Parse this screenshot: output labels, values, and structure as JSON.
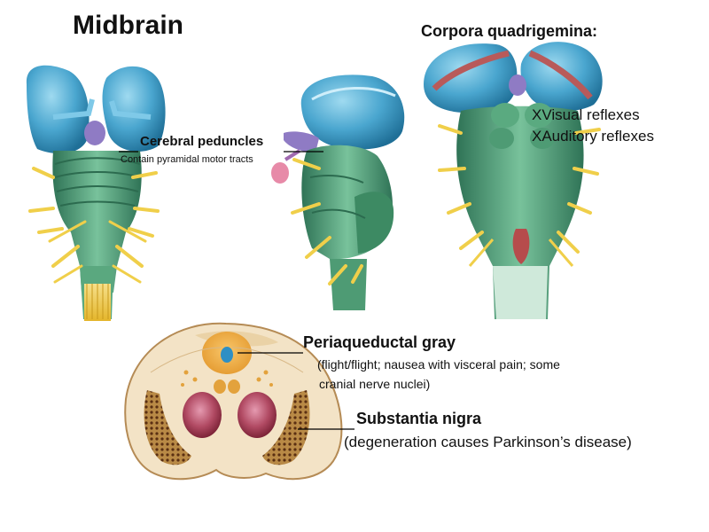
{
  "title": "Midbrain",
  "corpora": {
    "title": "Corpora quadrigemina:",
    "items": [
      "XVisual reflexes",
      "XAuditory reflexes"
    ]
  },
  "peduncles": {
    "title": "Cerebral peduncles",
    "desc": "Contain pyramidal motor tracts"
  },
  "periaqueductal": {
    "title": "Periaqueductal gray",
    "desc_line1": "(flight/flight; nausea with visceral pain; some",
    "desc_line2": "cranial nerve nuclei)"
  },
  "nigra": {
    "title": "Substantia nigra",
    "desc": "(degeneration causes Parkinson’s disease)"
  },
  "colors": {
    "thalamus_blue": "#4aa6cf",
    "brainstem_green": "#4e9b74",
    "nerve_yellow": "#f0cf4a",
    "section_tan": "#f3e3c6",
    "nigra_brown": "#6b3a18",
    "nucleus_red": "#a63a4a"
  }
}
